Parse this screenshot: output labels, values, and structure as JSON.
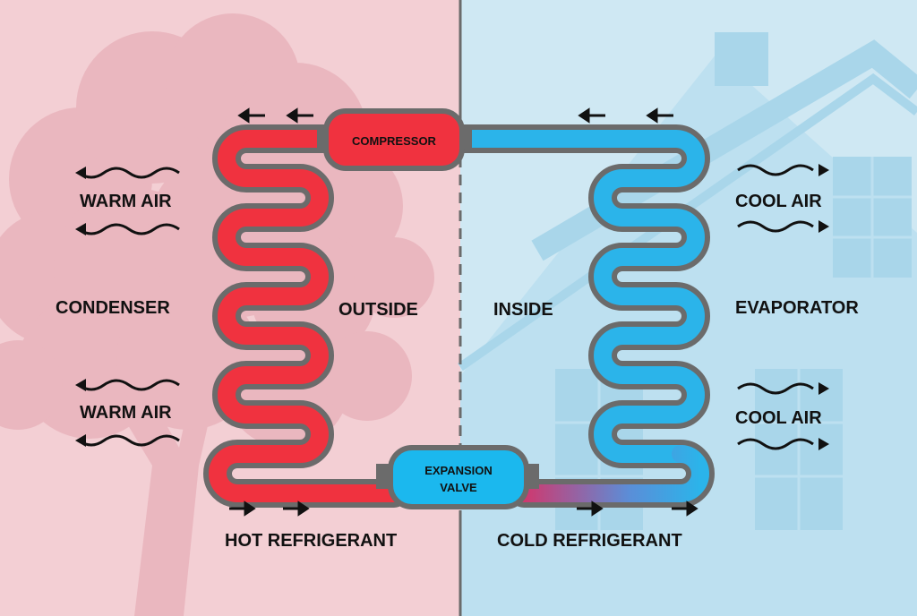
{
  "labels": {
    "compressor": "COMPRESSOR",
    "expansion_valve_line1": "EXPANSION",
    "expansion_valve_line2": "VALVE",
    "warm_air_top": "WARM AIR",
    "warm_air_bottom": "WARM AIR",
    "condenser": "CONDENSER",
    "outside": "OUTSIDE",
    "inside": "INSIDE",
    "evaporator": "EVAPORATOR",
    "cool_air_top": "COOL AIR",
    "cool_air_bottom": "COOL AIR",
    "hot_refrigerant": "HOT REFRIGERANT",
    "cold_refrigerant": "COLD REFRIGERANT"
  },
  "colors": {
    "outside_background": "#f3cfd4",
    "inside_background": "#cfe8f3",
    "hot_refrigerant": "#f0323f",
    "cold_refrigerant": "#2bb4ea",
    "compressor": "#f0323f",
    "expansion_valve": "#1bb8ee",
    "pipe_casing": "#6b6b6b"
  }
}
